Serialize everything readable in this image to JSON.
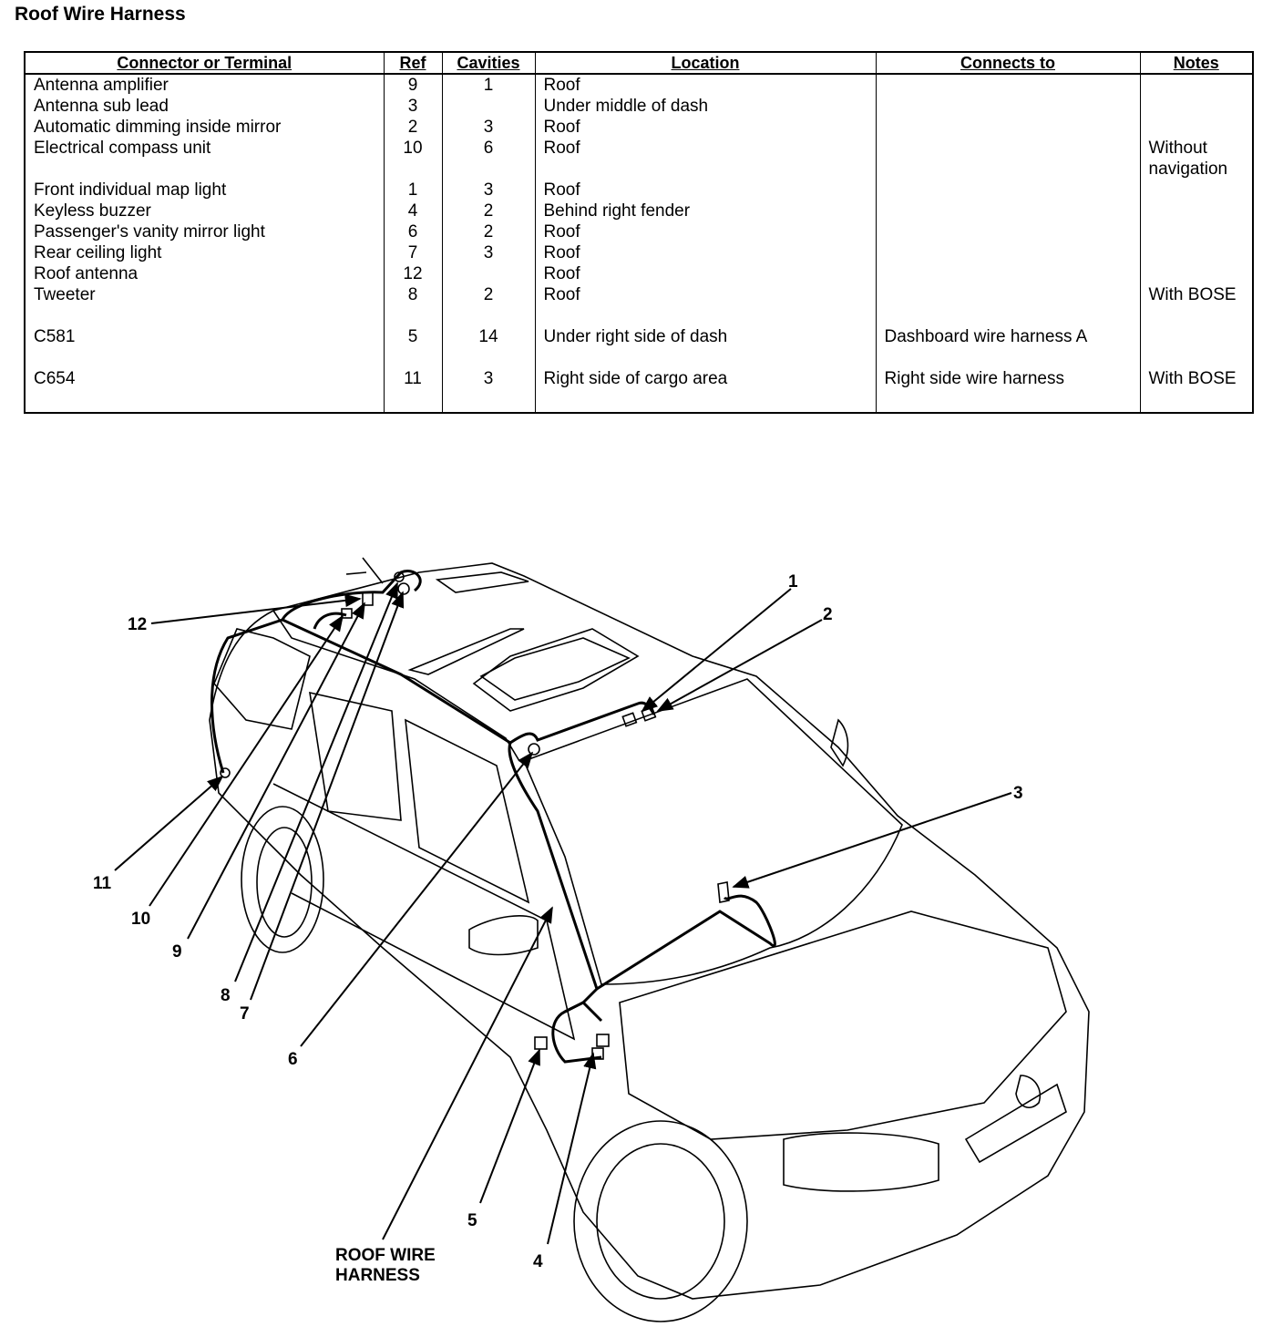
{
  "title": "Roof Wire Harness",
  "table": {
    "headers": [
      "Connector or Terminal",
      "Ref",
      "Cavities",
      "Location",
      "Connects to",
      "Notes"
    ],
    "rows": [
      {
        "connector": "Antenna amplifier",
        "ref": "9",
        "cavities": "1",
        "location": "Roof",
        "connects_to": "",
        "notes": ""
      },
      {
        "connector": "Antenna sub lead",
        "ref": "3",
        "cavities": "",
        "location": "Under middle of dash",
        "connects_to": "",
        "notes": ""
      },
      {
        "connector": "Automatic dimming inside mirror",
        "ref": "2",
        "cavities": "3",
        "location": "Roof",
        "connects_to": "",
        "notes": ""
      },
      {
        "connector": "Electrical compass unit",
        "ref": "10",
        "cavities": "6",
        "location": "Roof",
        "connects_to": "",
        "notes": "Without navigation"
      },
      {
        "connector": "Front individual map light",
        "ref": "1",
        "cavities": "3",
        "location": "Roof",
        "connects_to": "",
        "notes": ""
      },
      {
        "connector": "Keyless buzzer",
        "ref": "4",
        "cavities": "2",
        "location": "Behind right fender",
        "connects_to": "",
        "notes": ""
      },
      {
        "connector": "Passenger's vanity mirror light",
        "ref": "6",
        "cavities": "2",
        "location": "Roof",
        "connects_to": "",
        "notes": ""
      },
      {
        "connector": "Rear ceiling light",
        "ref": "7",
        "cavities": "3",
        "location": "Roof",
        "connects_to": "",
        "notes": ""
      },
      {
        "connector": "Roof antenna",
        "ref": "12",
        "cavities": "",
        "location": "Roof",
        "connects_to": "",
        "notes": ""
      },
      {
        "connector": "Tweeter",
        "ref": "8",
        "cavities": "2",
        "location": "Roof",
        "connects_to": "",
        "notes": "With BOSE"
      },
      {
        "connector": "C581",
        "ref": "5",
        "cavities": "14",
        "location": "Under right side of dash",
        "connects_to": "Dashboard wire harness A",
        "notes": ""
      },
      {
        "connector": "C654",
        "ref": "11",
        "cavities": "3",
        "location": "Right side of cargo area",
        "connects_to": "Right side wire harness",
        "notes": "With BOSE"
      }
    ]
  },
  "diagram": {
    "callouts": [
      "1",
      "2",
      "3",
      "4",
      "5",
      "6",
      "7",
      "8",
      "9",
      "10",
      "11",
      "12"
    ],
    "harness_label_line1": "ROOF WIRE",
    "harness_label_line2": "HARNESS"
  }
}
